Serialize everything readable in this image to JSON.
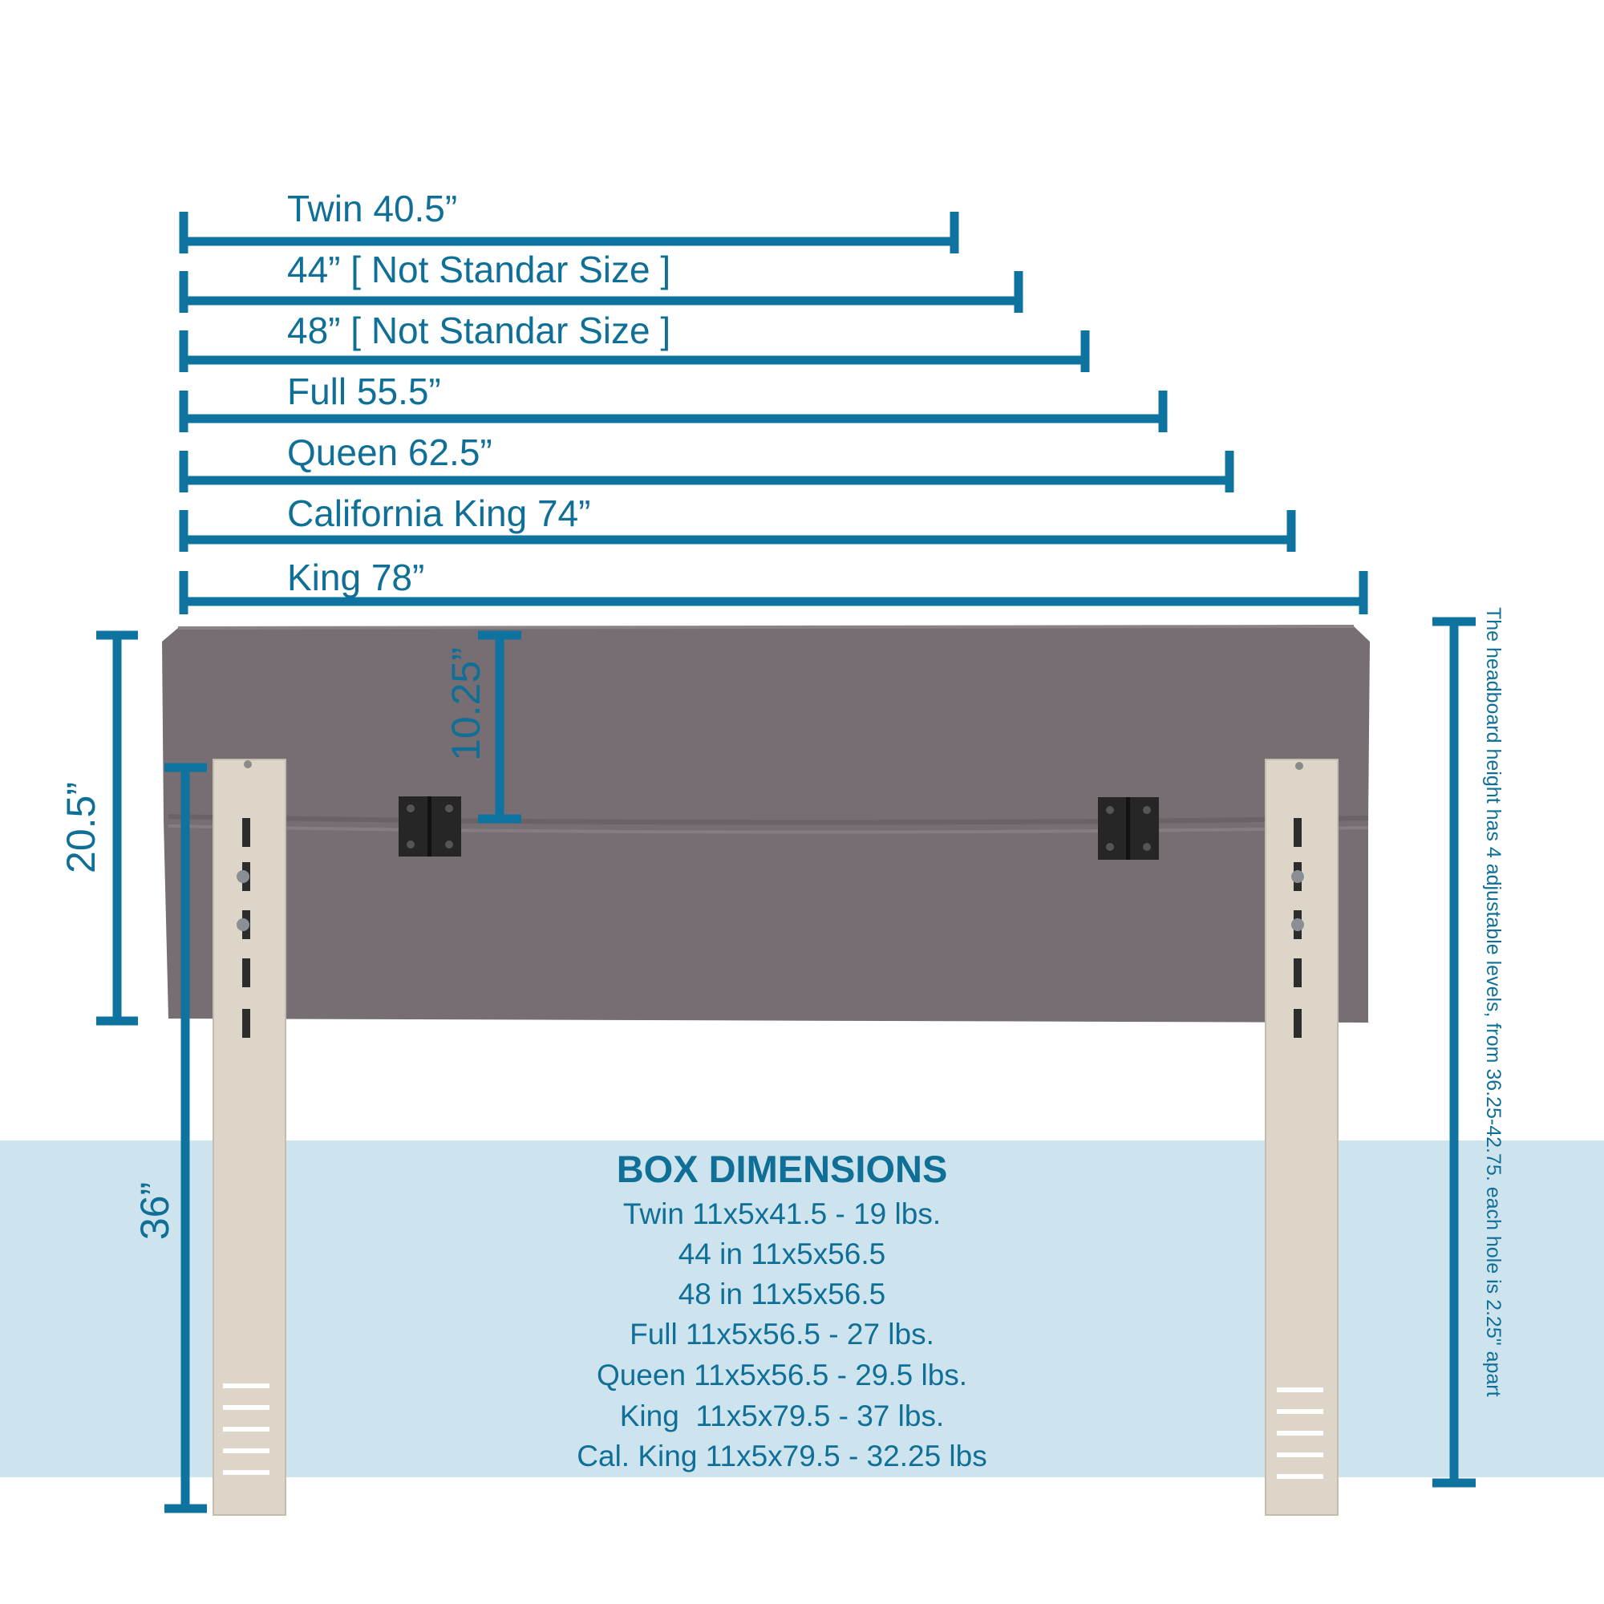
{
  "width_labels": [
    "Twin 40.5”",
    "44” [ Not Standar Size ]",
    "48” [ Not Standar Size ]",
    "Full 55.5”",
    "Queen 62.5”",
    "California King 74”",
    "King 78”"
  ],
  "height_labels": {
    "panel_height": "20.5”",
    "top_to_hinge": "10.25”",
    "leg_height": "36”"
  },
  "side_note": "The headboard height has 4 adjustable levels, from 36.25-42.75. each hole is 2.25\" apart",
  "box_dimensions": {
    "title": "BOX DIMENSIONS",
    "lines": [
      "Twin 11x5x41.5 - 19 lbs.",
      "44 in 11x5x56.5",
      "48 in 11x5x56.5",
      "Full 11x5x56.5 - 27 lbs.",
      "Queen 11x5x56.5 - 29.5 lbs.",
      "King  11x5x79.5 - 37 lbs.",
      "Cal. King 11x5x79.5 - 32.25 lbs"
    ]
  },
  "colors": {
    "dimension_blue": "#0f73a0",
    "text_blue": "#0f6f97",
    "info_band": "#cde3ee",
    "headboard_fabric": "#766e72",
    "leg_wood": "#ddd6c8",
    "hinge": "#262626"
  }
}
